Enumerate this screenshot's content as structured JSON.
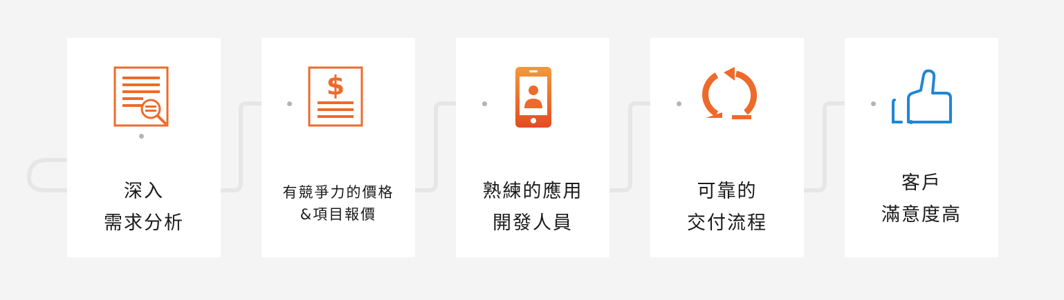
{
  "steps": [
    {
      "line1": "深入",
      "line2": "需求分析",
      "icon": "document-search-icon"
    },
    {
      "line1": "有競爭力的價格",
      "line2": "&項目報價",
      "icon": "price-quote-icon"
    },
    {
      "line1": "熟練的應用",
      "line2": "開發人員",
      "icon": "mobile-developer-icon"
    },
    {
      "line1": "可靠的",
      "line2": "交付流程",
      "icon": "cycle-arrows-icon"
    },
    {
      "line1": "客戶",
      "line2": "滿意度高",
      "icon": "thumbs-up-icon"
    }
  ],
  "colors": {
    "accent_orange": "#ee6a2a",
    "accent_blue": "#1f86d4",
    "connector": "#e4e4e4",
    "dot": "#b4b4b4"
  }
}
